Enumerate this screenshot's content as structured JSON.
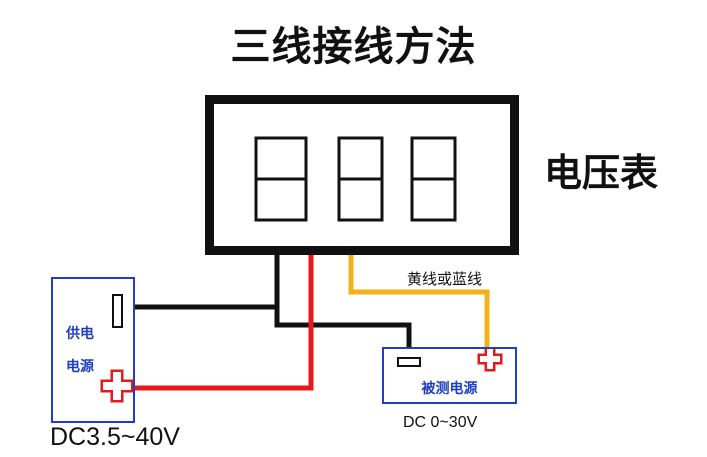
{
  "title": "三线接线方法",
  "meter": {
    "label": "电压表",
    "digits": [
      "8",
      "8",
      "8"
    ]
  },
  "power_supply": {
    "label_line1": "供电",
    "label_line2": "电源",
    "voltage_range": "DC3.5~40V"
  },
  "measured_source": {
    "label": "被测电源",
    "voltage_range": "DC 0~30V"
  },
  "signal_wire_note": "黄线或蓝线",
  "colors": {
    "positive_wire": "#e8181a",
    "ground_wire": "#111111",
    "signal_wire": "#f2b21b",
    "box_border": "#1f3fbf",
    "plus_symbol": "#e8181a"
  }
}
